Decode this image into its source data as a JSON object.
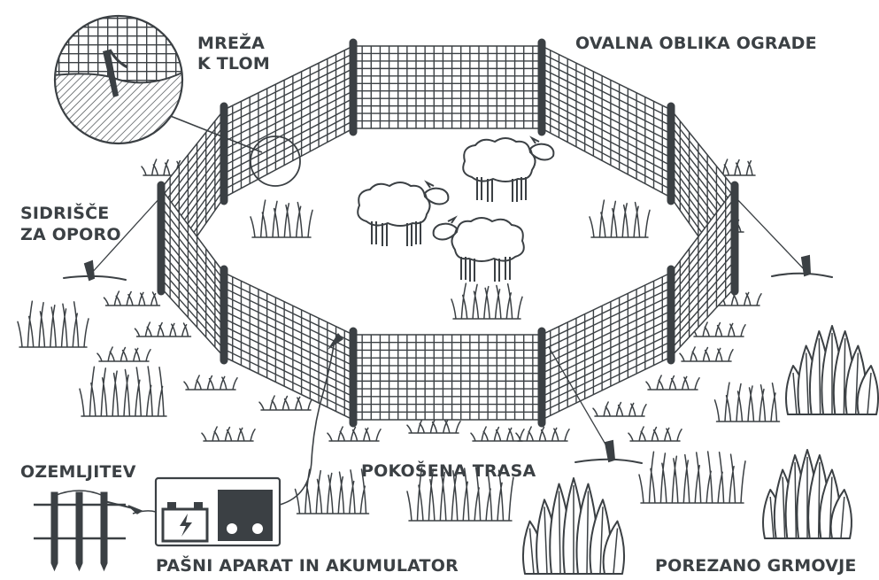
{
  "labels": {
    "net_to_ground_line1": "MREŽA",
    "net_to_ground_line2": "K TLOM",
    "oval_fence": "OVALNA OBLIKA OGRADE",
    "anchor_line1": "SIDRIŠČE",
    "anchor_line2": "ZA OPORO",
    "grounding": "OZEMLJITEV",
    "mowed_path": "POKOŠENA TRASA",
    "energizer_battery": "PAŠNI APARAT IN AKUMULATOR",
    "trimmed_bushes": "POREZANO GRMOVJE"
  },
  "colors": {
    "ink": "#3b4044",
    "background": "#ffffff"
  },
  "icons": {
    "battery": "battery-icon",
    "lightning": "lightning-icon",
    "sheep": "sheep-icon",
    "grass": "grass-icon",
    "bush": "bush-icon"
  }
}
